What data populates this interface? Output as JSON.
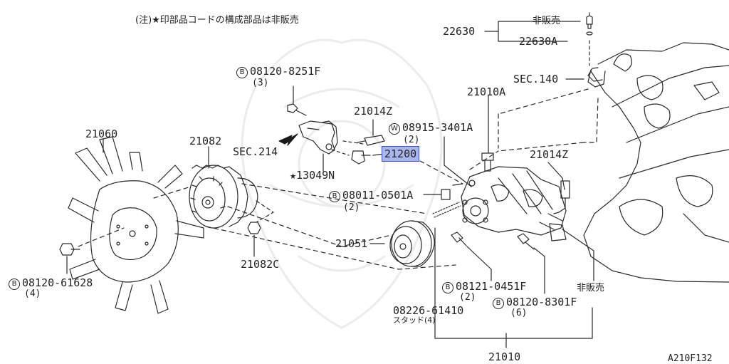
{
  "note": "(注)★印部品コードの構成部品は非販売",
  "labels": {
    "p22630": "22630",
    "hihanbai_top": "非販売",
    "p22630A": "22630A",
    "sec140": "SEC.140",
    "p21010A": "21010A",
    "bolt_8251F": "08120-8251F",
    "bolt_8251F_qty": "(3)",
    "p21014Z_top": "21014Z",
    "washer_3401A": "08915-3401A",
    "washer_3401A_qty": "(2)",
    "p21060": "21060",
    "p21082": "21082",
    "sec214": "SEC.214",
    "p21200": "21200",
    "p21014Z_right": "21014Z",
    "p13049N": "★13049N",
    "bolt_0501A": "08011-0501A",
    "bolt_0501A_qty": "(2)",
    "p21051": "21051",
    "p21082C": "21082C",
    "bolt_61628": "08120-61628",
    "bolt_61628_qty": "(4)",
    "bolt_0451F": "08121-0451F",
    "bolt_0451F_qty": "(2)",
    "hihanbai_right": "非販売",
    "bolt_8301F": "08120-8301F",
    "bolt_8301F_qty": "(6)",
    "stud_61410": "08226-61410",
    "stud_61410_desc": "スタッド(4)",
    "p21010": "21010",
    "figure_code": "A210F132"
  },
  "prefix": {
    "b": "B",
    "w": "W"
  },
  "colors": {
    "line": "#2a2a2a",
    "highlight_fill": "#a9b6ee",
    "highlight_border": "#3d55c9",
    "watermark": "#ececec"
  }
}
